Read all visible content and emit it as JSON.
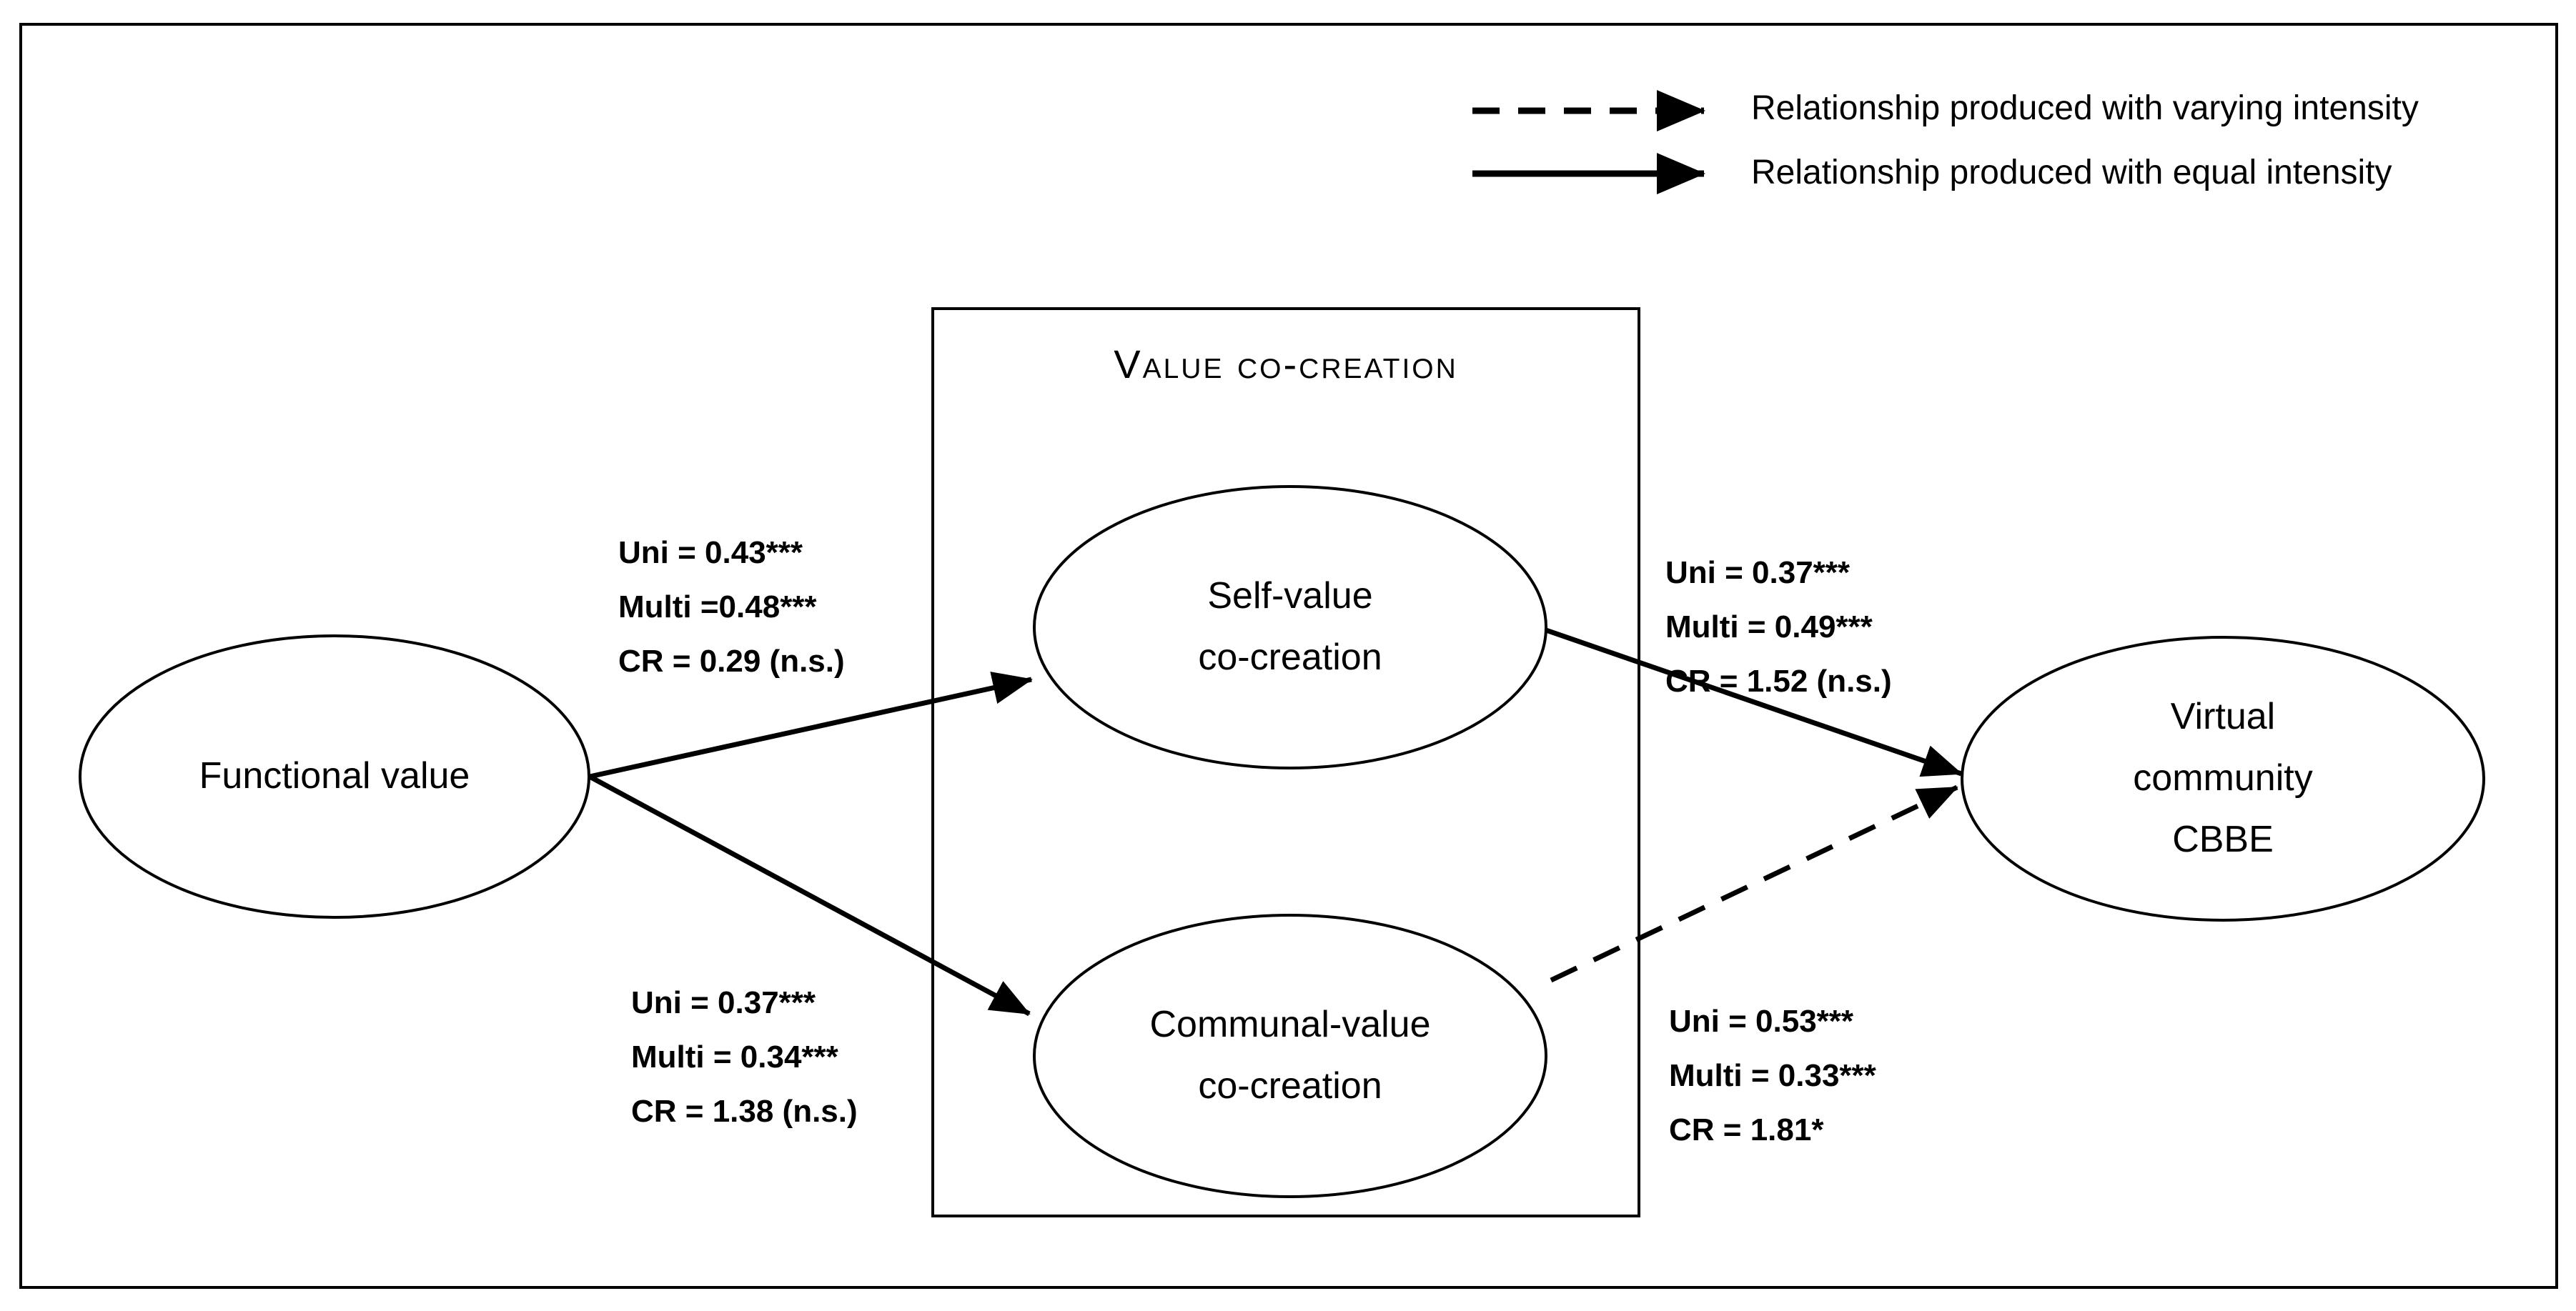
{
  "figure": {
    "background": "#ffffff",
    "line_color": "#000000"
  },
  "legend": {
    "items": [
      {
        "style": "dashed",
        "label": "Relationship produced with varying intensity"
      },
      {
        "style": "solid",
        "label": "Relationship produced with equal intensity"
      }
    ]
  },
  "box": {
    "title": "Value co-creation"
  },
  "nodes": {
    "functional": {
      "label": "Functional value"
    },
    "self": {
      "line1": "Self-value",
      "line2": "co-creation"
    },
    "communal": {
      "line1": "Communal-value",
      "line2": "co-creation"
    },
    "cbbe": {
      "line1": "Virtual",
      "line2": "community",
      "line3": "CBBE"
    }
  },
  "paths": {
    "functional_to_self": {
      "style": "solid",
      "uni": "Uni = 0.43***",
      "multi": "Multi =0.48***",
      "cr": "CR = 0.29 (n.s.)"
    },
    "functional_to_communal": {
      "style": "solid",
      "uni": "Uni = 0.37***",
      "multi": "Multi = 0.34***",
      "cr": "CR = 1.38 (n.s.)"
    },
    "self_to_cbbe": {
      "style": "solid",
      "uni": "Uni = 0.37***",
      "multi": "Multi = 0.49***",
      "cr": "CR = 1.52 (n.s.)"
    },
    "communal_to_cbbe": {
      "style": "dashed",
      "uni": "Uni = 0.53***",
      "multi": "Multi = 0.33***",
      "cr": "CR = 1.81*"
    }
  }
}
